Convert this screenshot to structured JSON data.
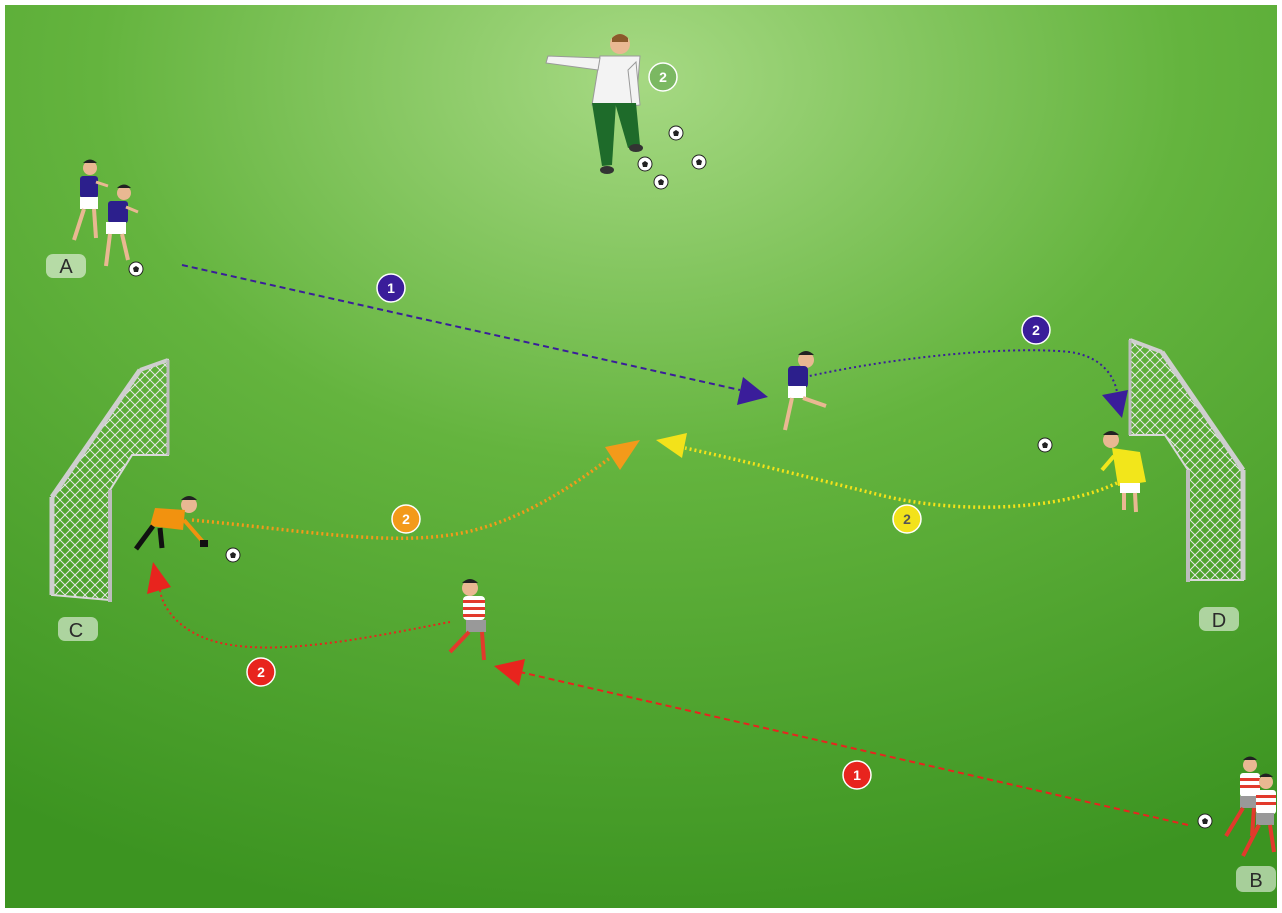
{
  "zones": [
    {
      "id": "A",
      "label": "A"
    },
    {
      "id": "B",
      "label": "B"
    },
    {
      "id": "C",
      "label": "C"
    },
    {
      "id": "D",
      "label": "D"
    }
  ],
  "steps": [
    {
      "id": "coach",
      "number": "2",
      "color": "#7bb862"
    },
    {
      "id": "blue-pass",
      "number": "1",
      "color": "#3a1d9a"
    },
    {
      "id": "blue-shot",
      "number": "2",
      "color": "#3a1d9a"
    },
    {
      "id": "orange-throw",
      "number": "2",
      "color": "#f39a1a"
    },
    {
      "id": "yellow-throw",
      "number": "2",
      "color": "#f3e21a"
    },
    {
      "id": "red-shot",
      "number": "2",
      "color": "#e8241e"
    },
    {
      "id": "red-pass",
      "number": "1",
      "color": "#e8241e"
    }
  ],
  "colors": {
    "field_light": "#a6d983",
    "field_dark": "#3c9421",
    "blue_team": "#2c1f8c",
    "red_team": "#e23a2c",
    "orange_keeper": "#f2920f",
    "yellow_keeper": "#f2e61b",
    "coach": "#1e6b2a"
  }
}
